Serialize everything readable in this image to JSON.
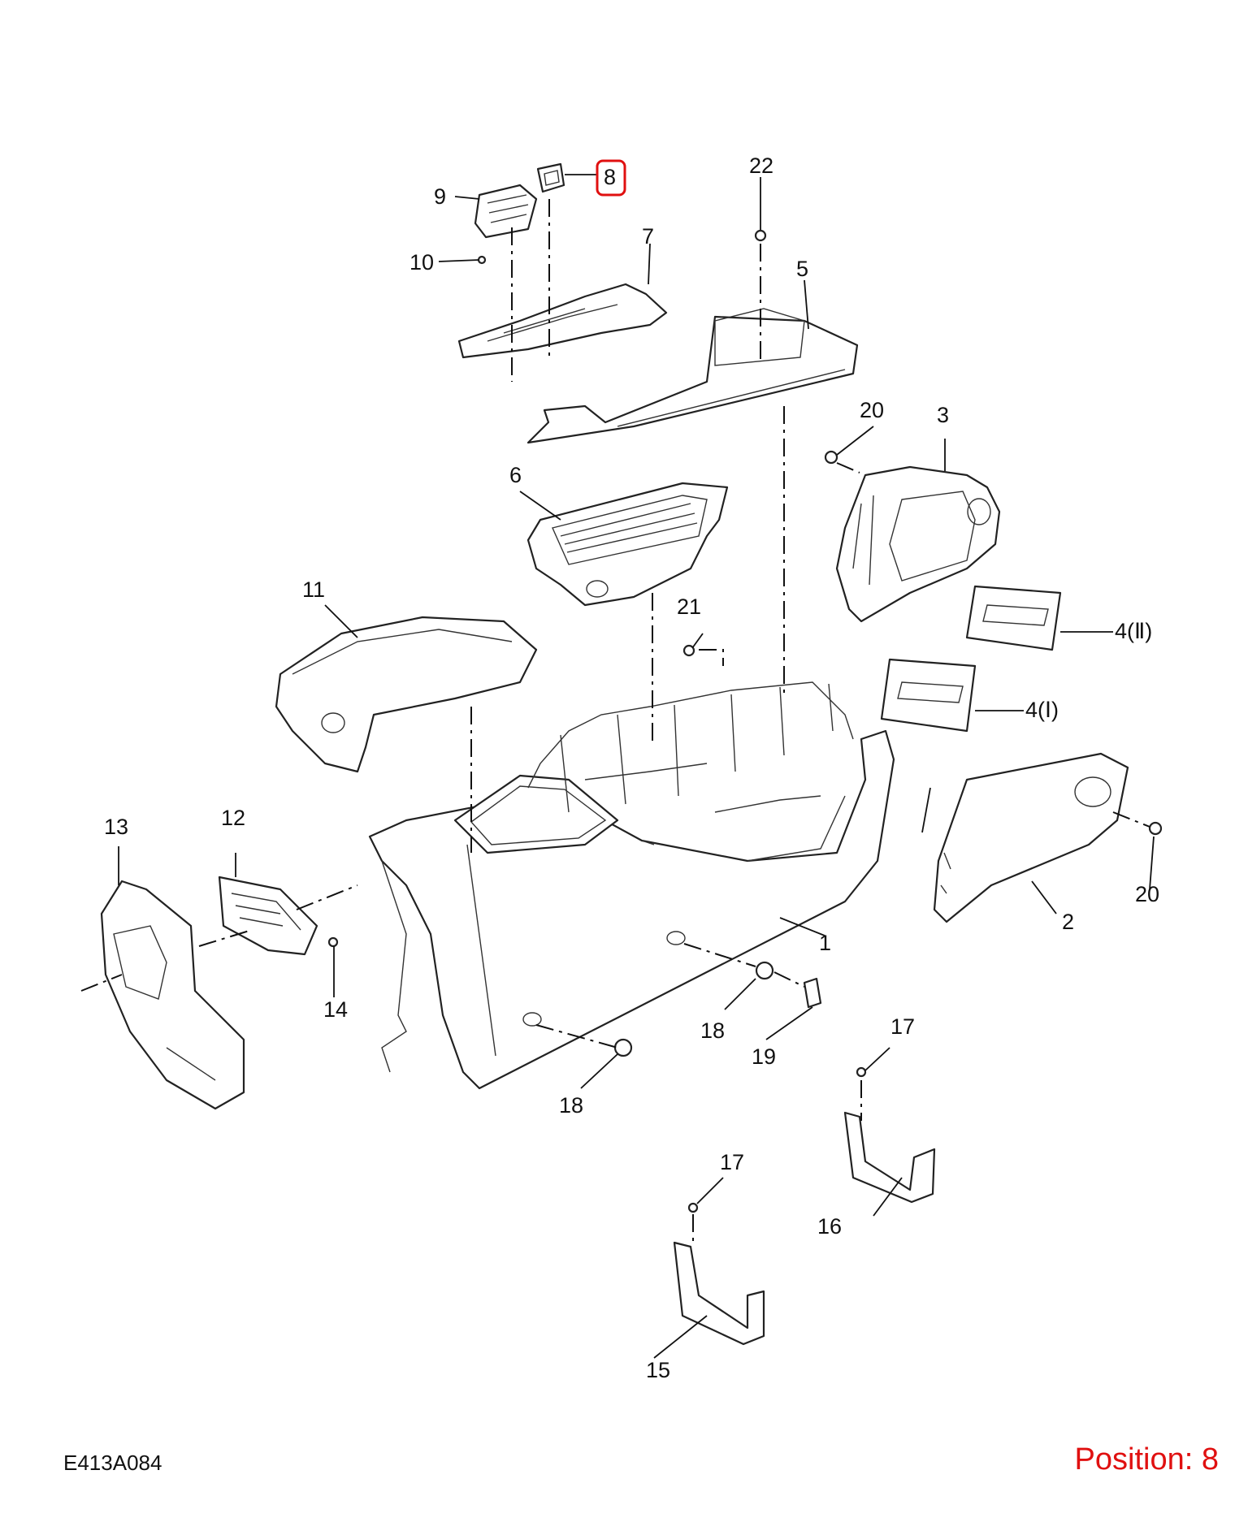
{
  "diagram": {
    "code": "E413A084",
    "position_label": "Position: 8",
    "highlighted_callout": "8",
    "highlight_color": "#e01010",
    "line_color": "#111111"
  },
  "callouts": {
    "c1": "1",
    "c2": "2",
    "c3": "3",
    "c4_2": "4(Ⅱ)",
    "c4_1": "4(Ⅰ)",
    "c5": "5",
    "c6": "6",
    "c7": "7",
    "c8": "8",
    "c9": "9",
    "c10": "10",
    "c11": "11",
    "c12": "12",
    "c13": "13",
    "c14": "14",
    "c15": "15",
    "c16": "16",
    "c17a": "17",
    "c17b": "17",
    "c18a": "18",
    "c18b": "18",
    "c19": "19",
    "c20a": "20",
    "c20b": "20",
    "c21": "21",
    "c22": "22"
  }
}
